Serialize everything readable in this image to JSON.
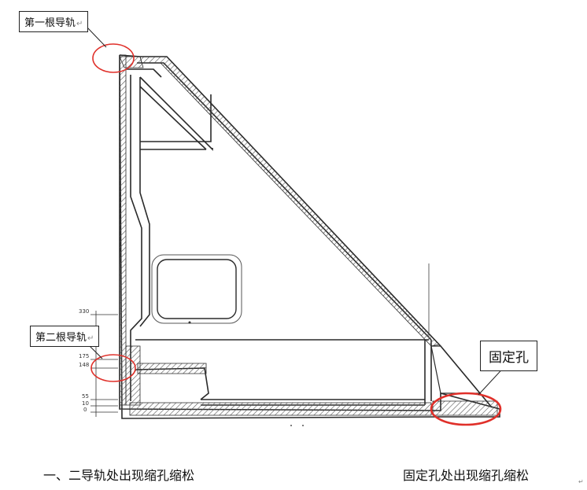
{
  "callouts": {
    "rail1": {
      "text": "第一根导轨",
      "mark": "↵"
    },
    "rail2": {
      "text": "第二根导轨",
      "mark": "↵"
    },
    "hole": {
      "text": "固定孔"
    }
  },
  "dimensions": [
    "330",
    "175",
    "148",
    "55",
    "10",
    "0"
  ],
  "captions": {
    "left": "一、二导轨处出现缩孔缩松",
    "right": "固定孔处出现缩孔缩松",
    "mark": "↵"
  },
  "colors": {
    "highlight": "#e0302a",
    "line": "#2a2a2a",
    "hatch": "#555555"
  }
}
